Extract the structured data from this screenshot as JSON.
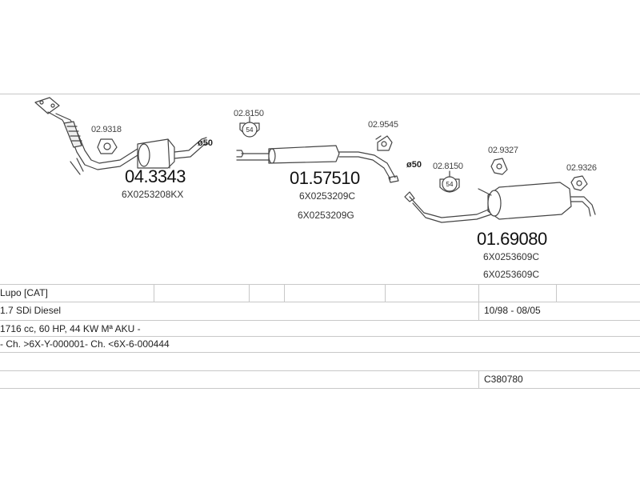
{
  "diagram": {
    "parts": [
      {
        "number": "04.3343",
        "refs": [
          "6X0253208KX"
        ]
      },
      {
        "number": "01.57510",
        "refs": [
          "6X0253209C",
          "6X0253209G"
        ]
      },
      {
        "number": "01.69080",
        "refs": [
          "6X0253609C",
          "6X0253609C"
        ]
      }
    ],
    "fittings": {
      "bracket_1": "02.9318",
      "clamp_1": "02.8150",
      "bracket_2": "02.9545",
      "clamp_2": "02.8150",
      "bracket_3": "02.9327",
      "bracket_4": "02.9326"
    },
    "clamp_size": "54",
    "diameters": [
      "ø50",
      "ø50"
    ]
  },
  "table": {
    "model": "Lupo  [CAT]",
    "engine": "1.7 SDi Diesel",
    "years": "10/98 - 08/05",
    "spec": "1716 cc, 60 HP, 44 KW Mª AKU -",
    "chassis": "- Ch. >6X-Y-000001- Ch. <6X-6-000444",
    "code": "C380780"
  }
}
